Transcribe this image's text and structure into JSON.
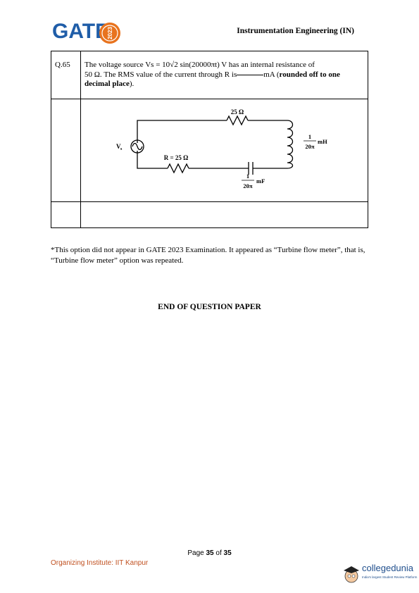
{
  "header": {
    "logo_text": "GATE",
    "logo_year": "2023",
    "title": "Instrumentation Engineering (IN)"
  },
  "question": {
    "number": "Q.65",
    "text_part1": "The voltage source Vs = 10√2 sin(20000πt) V has an internal resistance of",
    "text_part2": "50 Ω. The RMS value of the current through R is",
    "text_part3": "mA (",
    "text_bold": "rounded off to one decimal place",
    "text_part4": ")."
  },
  "circuit": {
    "source_label": "V",
    "source_sub": "s",
    "top_resistor": "25 Ω",
    "r_label": "R = 25 Ω",
    "inductor_num": "1",
    "inductor_den": "20π",
    "inductor_unit": "mH",
    "capacitor_num": "1",
    "capacitor_den": "20π",
    "capacitor_unit": "mF"
  },
  "note": "*This option did not appear in GATE 2023 Examination. It appeared as “Turbine flow meter”, that is, “Turbine flow meter” option was repeated.",
  "end_text": "END OF QUESTION PAPER",
  "footer": {
    "page_prefix": "Page ",
    "page_current": "35",
    "page_of": " of ",
    "page_total": "35",
    "organizer": "Organizing Institute: IIT Kanpur",
    "brand": "collegedunia",
    "brand_tagline": "India's largest Student Review Platform"
  },
  "colors": {
    "gate_blue": "#1f5da8",
    "gate_orange": "#e8731e",
    "organizer_text": "#c0501f",
    "brand_blue": "#1f4e8c"
  }
}
